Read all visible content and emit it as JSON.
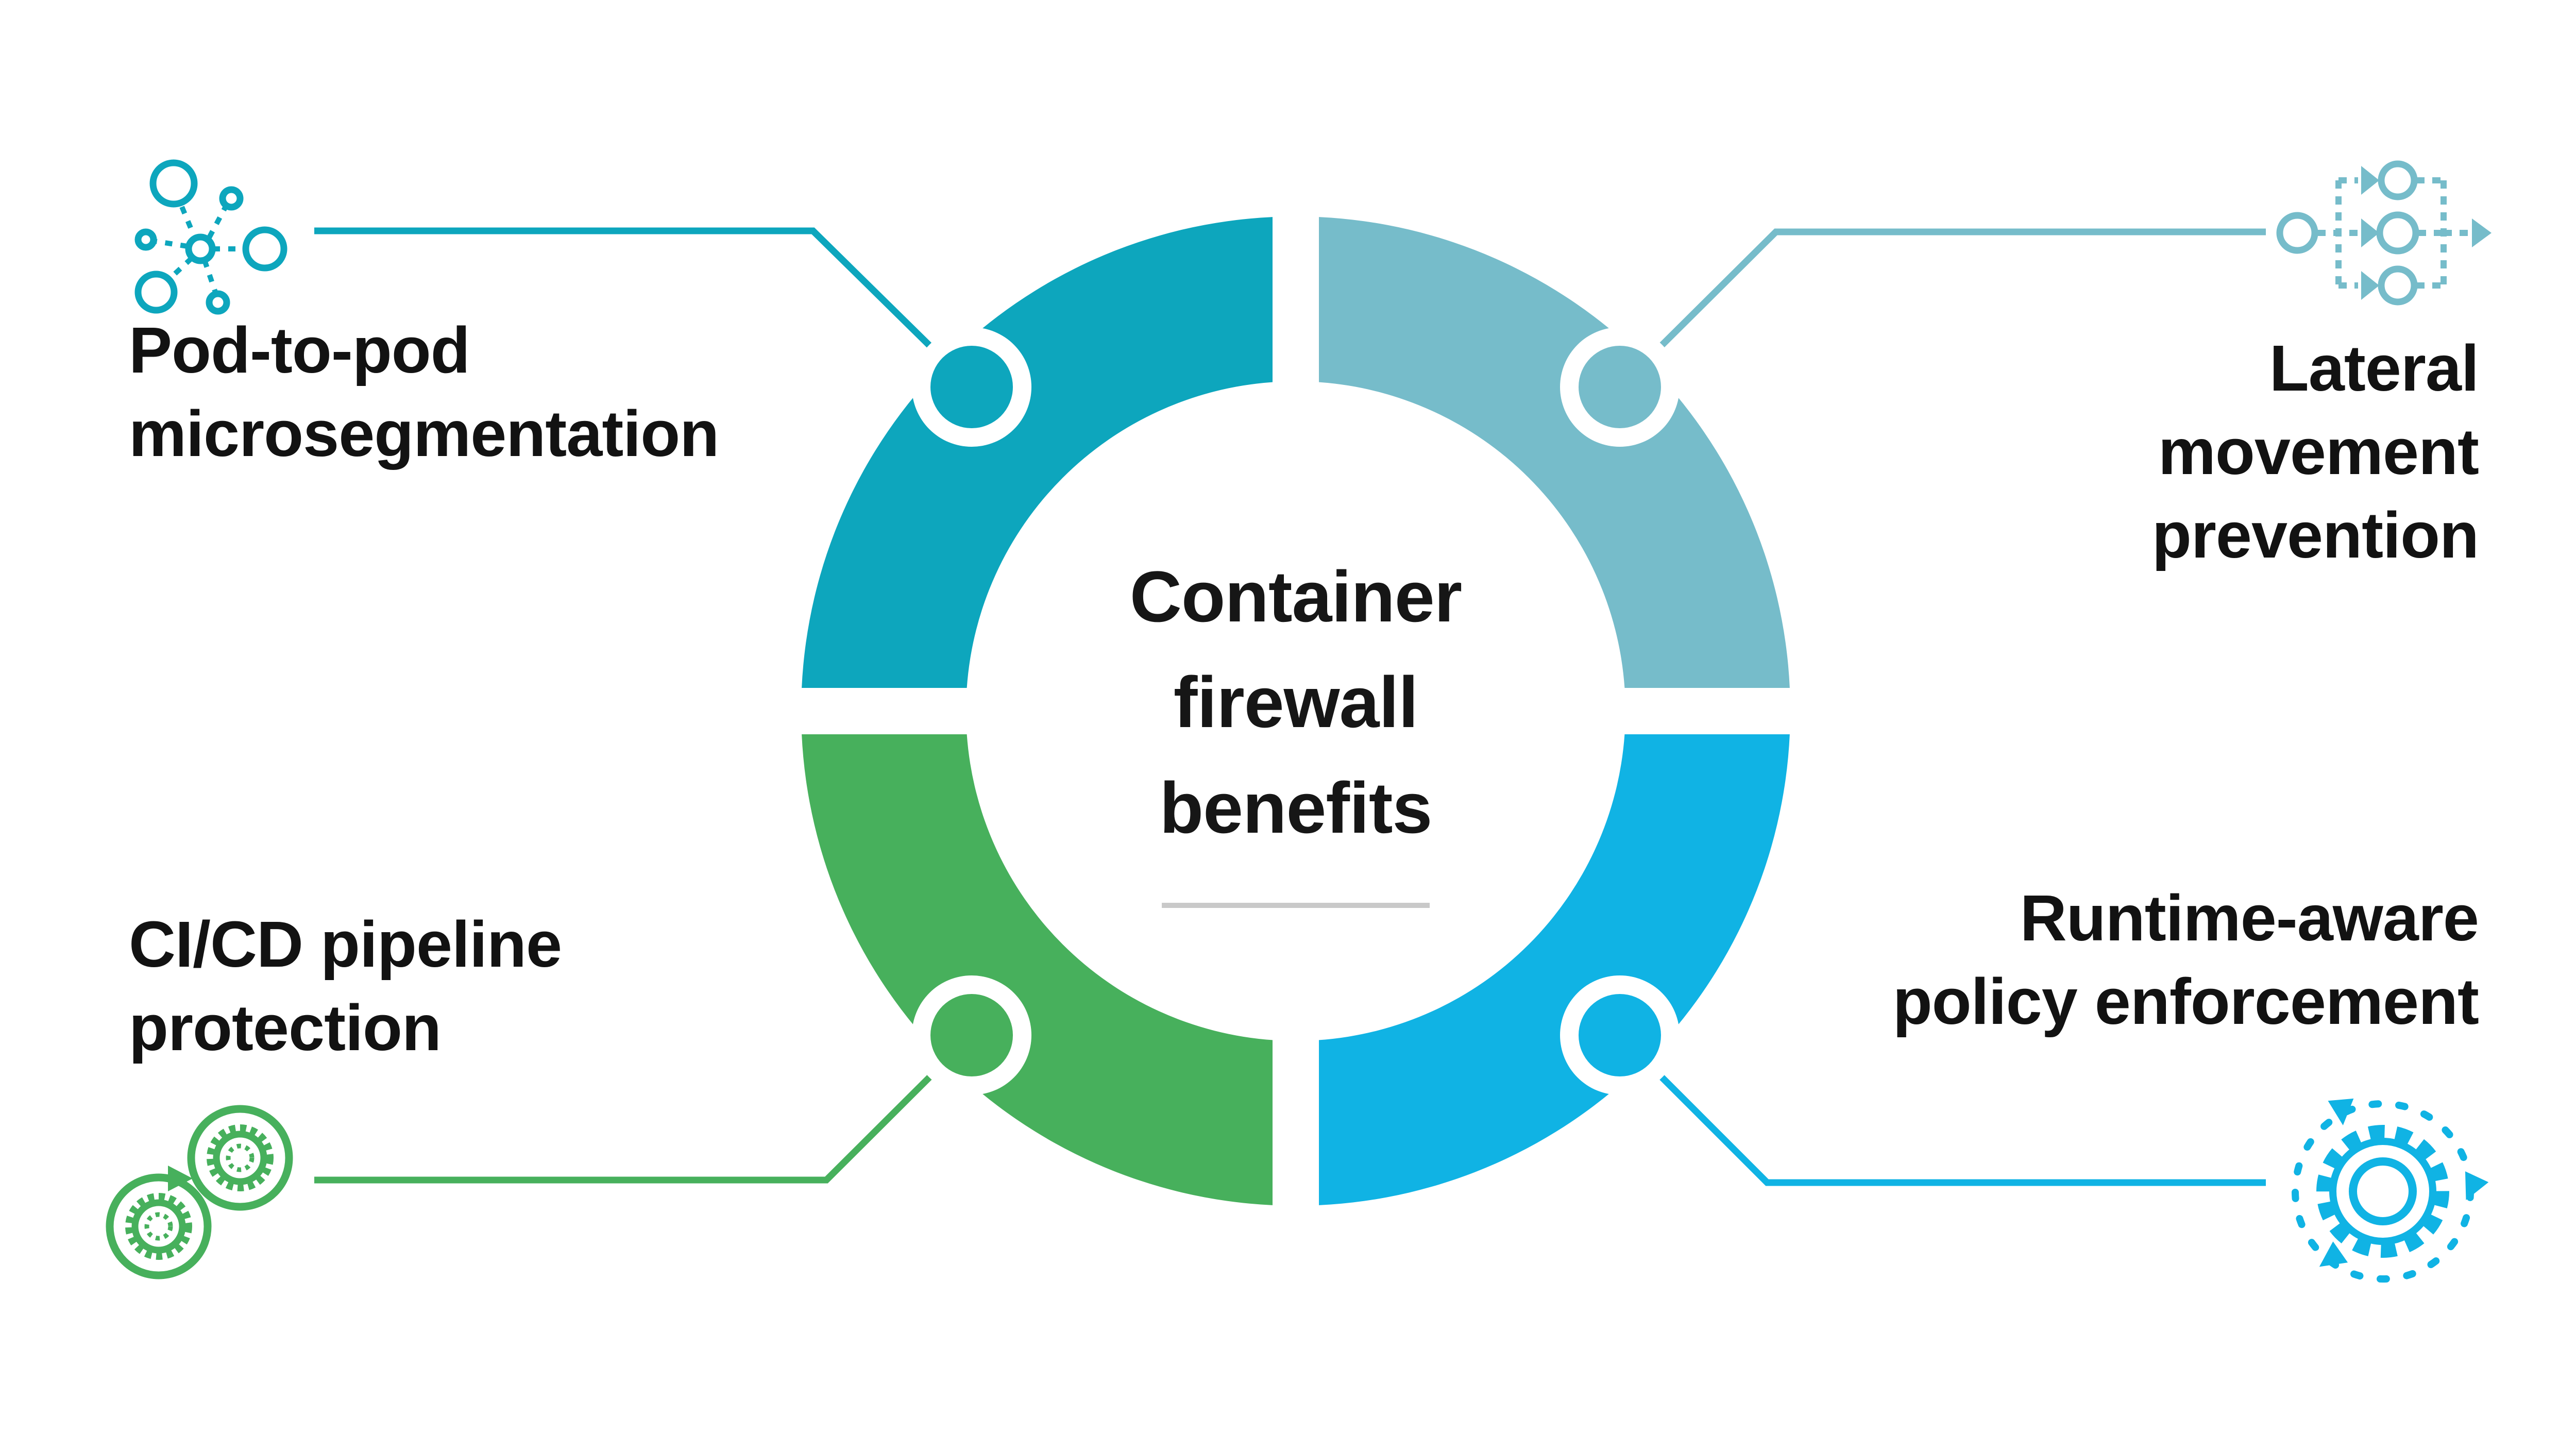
{
  "diagram": {
    "center_title_lines": [
      "Container",
      "firewall",
      "benefits"
    ],
    "segments": [
      {
        "id": "pod-to-pod-microsegmentation",
        "quadrant": "top-left",
        "color": "#0DA6BD",
        "label_lines": [
          "Pod-to-pod",
          "microsegmentation"
        ],
        "label_align": "left",
        "icon": "pod-network-icon"
      },
      {
        "id": "lateral-movement-prevention",
        "quadrant": "top-right",
        "color": "#76BCCA",
        "label_lines": [
          "Lateral",
          "movement",
          "prevention"
        ],
        "label_align": "right",
        "icon": "branch-flow-icon"
      },
      {
        "id": "cicd-pipeline-protection",
        "quadrant": "bottom-left",
        "color": "#47B05C",
        "label_lines": [
          "CI/CD pipeline",
          "protection"
        ],
        "label_align": "left",
        "icon": "cicd-loop-gears-icon"
      },
      {
        "id": "runtime-aware-policy-enforcement",
        "quadrant": "bottom-right",
        "color": "#10B3E4",
        "label_lines": [
          "Runtime-aware",
          "policy enforcement"
        ],
        "label_align": "right",
        "icon": "rotating-gear-icon"
      }
    ]
  },
  "colors": {
    "background": "#FFFFFF",
    "label_text": "#121212",
    "title_text": "#161616",
    "divider": "#C9C9C9",
    "node_ring": "#FFFFFF"
  }
}
